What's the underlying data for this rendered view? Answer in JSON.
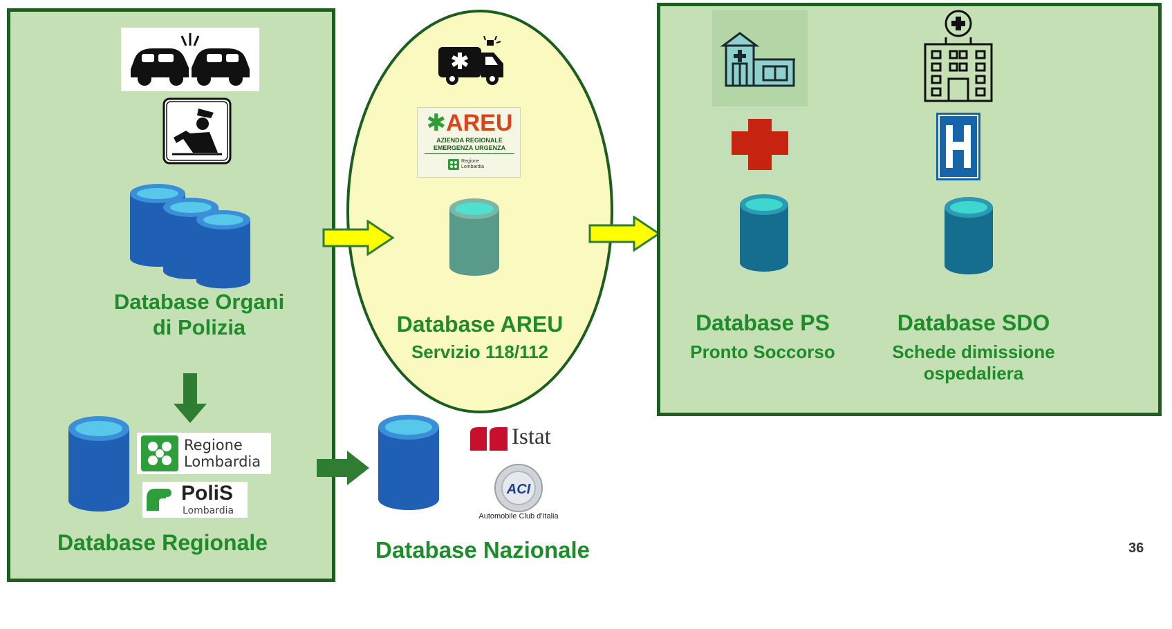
{
  "colors": {
    "panel_fill": "#c5e0b4",
    "panel_border": "#1b5e20",
    "label_green": "#1e8c2a",
    "ellipse_fill": "#fafac0",
    "yellow_arrow": "#ffff00",
    "green_arrow": "#2e7d32",
    "db_blue": "#1f5fb4",
    "db_teal": "#1b6f8f",
    "db_areu": "#5a9a8a"
  },
  "police": {
    "title_line1": "Database Organi",
    "title_line2": "di Polizia"
  },
  "regional": {
    "title": "Database Regionale",
    "regione_logo_line1": "Regione",
    "regione_logo_line2": "Lombardia",
    "polis_logo_name": "PoliS",
    "polis_logo_sub": "Lombardia"
  },
  "areu": {
    "title": "Database AREU",
    "subtitle": "Servizio 118/112",
    "logo_name": "AREU",
    "logo_line1": "AZIENDA REGIONALE",
    "logo_line2": "EMERGENZA URGENZA",
    "logo_region_line1": "Regione",
    "logo_region_line2": "Lombardia"
  },
  "national": {
    "title": "Database Nazionale",
    "istat_label": "Istat",
    "aci_label": "Automobile Club d'Italia",
    "aci_initials": "ACI"
  },
  "hospital": {
    "ps_title": "Database PS",
    "ps_subtitle": "Pronto Soccorso",
    "sdo_title": "Database SDO",
    "sdo_subtitle_line1": "Schede dimissione",
    "sdo_subtitle_line2": "ospedaliera"
  },
  "page_number": "36",
  "icons": [
    "car-crash-icon",
    "police-officer-icon",
    "database-icon",
    "ambulance-icon",
    "clinic-icon",
    "red-cross-icon",
    "hospital-building-icon",
    "hospital-h-sign-icon",
    "istat-logo",
    "aci-logo",
    "regione-lombardia-logo",
    "polis-logo",
    "areu-logo"
  ]
}
